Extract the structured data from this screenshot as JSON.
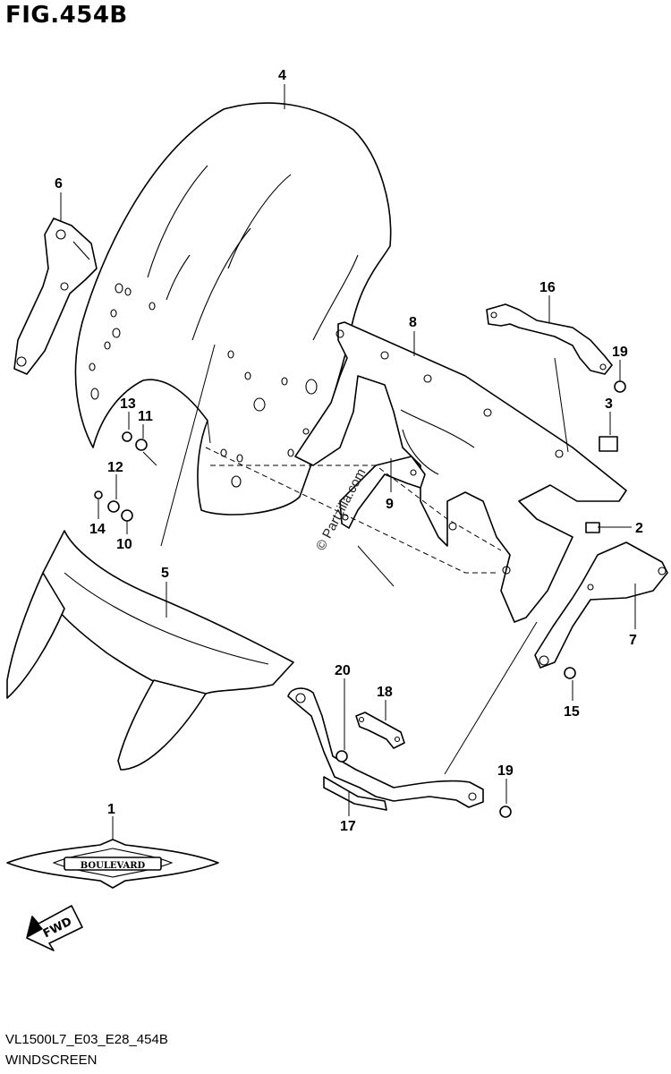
{
  "figure": {
    "title": "FIG.454B",
    "model_code": "VL1500L7_E03_E28_454B",
    "section_name": "WINDSCREEN",
    "watermark": "© Partzilla.com"
  },
  "emblem": {
    "text": "BOULEVARD"
  },
  "direction_arrow": {
    "label": "FWD"
  },
  "callouts": [
    {
      "id": "c1",
      "label": "1",
      "part": "boulevard-emblem"
    },
    {
      "id": "c2",
      "label": "2",
      "part": "cushion"
    },
    {
      "id": "c3",
      "label": "3",
      "part": "cushion"
    },
    {
      "id": "c4",
      "label": "4",
      "part": "windscreen"
    },
    {
      "id": "c5",
      "label": "5",
      "part": "lower-cover"
    },
    {
      "id": "c6",
      "label": "6",
      "part": "left-bracket"
    },
    {
      "id": "c7",
      "label": "7",
      "part": "right-bracket"
    },
    {
      "id": "c8",
      "label": "8",
      "part": "mounting-plate"
    },
    {
      "id": "c9",
      "label": "9",
      "part": "inner-brace"
    },
    {
      "id": "c10",
      "label": "10",
      "part": "nut"
    },
    {
      "id": "c11",
      "label": "11",
      "part": "washer"
    },
    {
      "id": "c12",
      "label": "12",
      "part": "washer"
    },
    {
      "id": "c13",
      "label": "13",
      "part": "screw"
    },
    {
      "id": "c14",
      "label": "14",
      "part": "screw"
    },
    {
      "id": "c15",
      "label": "15",
      "part": "bolt"
    },
    {
      "id": "c16",
      "label": "16",
      "part": "upper-stay"
    },
    {
      "id": "c17",
      "label": "17",
      "part": "lower-stay"
    },
    {
      "id": "c18",
      "label": "18",
      "part": "clamp"
    },
    {
      "id": "c19",
      "label": "19",
      "part": "bolt"
    },
    {
      "id": "c19b",
      "label": "19",
      "part": "bolt"
    },
    {
      "id": "c20",
      "label": "20",
      "part": "bolt"
    }
  ],
  "colors": {
    "line": "#000000",
    "background": "#ffffff"
  }
}
